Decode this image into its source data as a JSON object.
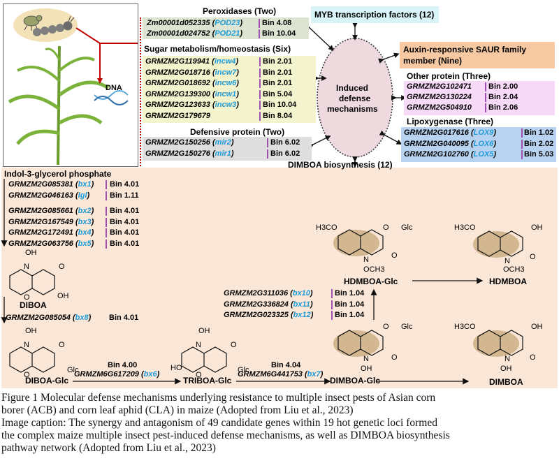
{
  "center": {
    "line1": "Induced",
    "line2": "defense",
    "line3": "mechanisms"
  },
  "illustration_label": "DNA",
  "groups": {
    "peroxidases": {
      "title": "Peroxidases (Two)",
      "genes": [
        {
          "gene": "Zm00001d052335",
          "alias": "POD23",
          "bin": "Bin 4.08"
        },
        {
          "gene": "Zm00001d024752",
          "alias": "POD21",
          "bin": "Bin 10.04"
        }
      ]
    },
    "myb": {
      "title": "MYB transcription factors (12)"
    },
    "sugar": {
      "title": "Sugar metabolism/homeostasis (Six)",
      "genes": [
        {
          "gene": "GRMZM2G119941",
          "alias": "incw4",
          "bin": "Bin 2.01"
        },
        {
          "gene": "GRMZM2G018716",
          "alias": "incw7",
          "bin": "Bin 2.01"
        },
        {
          "gene": "GRMZM2G018692",
          "alias": "incw6",
          "bin": "Bin 2.01"
        },
        {
          "gene": "GRMZM2G139300",
          "alias": "incw1",
          "bin": "Bin 5.04"
        },
        {
          "gene": "GRMZM2G123633",
          "alias": "incw3",
          "bin": "Bin 10.04"
        },
        {
          "gene": "GRMZM2G179679",
          "alias": "",
          "bin": "Bin 8.04"
        }
      ]
    },
    "auxin": {
      "line1": "Auxin-responsive SAUR family",
      "line2": "member (Nine)"
    },
    "other": {
      "title": "Other protein (Three)",
      "genes": [
        {
          "gene": "GRMZM2G102471",
          "bin": "Bin 2.00"
        },
        {
          "gene": "GRMZM2G130224",
          "bin": "Bin 2.04"
        },
        {
          "gene": "GRMZM2G504910",
          "bin": "Bin 2.06"
        }
      ]
    },
    "lox": {
      "title": "Lipoxygenase (Three)",
      "genes": [
        {
          "gene": "GRMZM2G017616",
          "alias": "LOX9",
          "bin": "Bin 1.02"
        },
        {
          "gene": "GRMZM2G040095",
          "alias": "LOX6",
          "bin": "Bin 2.02"
        },
        {
          "gene": "GRMZM2G102760",
          "alias": "LOX5",
          "bin": "Bin 5.03"
        }
      ]
    },
    "defensive": {
      "title": "Defensive protein (Two)",
      "genes": [
        {
          "gene": "GRMZM2G150256",
          "alias": "mir2",
          "bin": "Bin 6.02"
        },
        {
          "gene": "GRMZM2G150276",
          "alias": "mir1",
          "bin": "Bin 6.02"
        }
      ]
    },
    "dimboa": {
      "title": "DIMBOA biosynthesis (12)"
    }
  },
  "pathway": {
    "start": "Indol-3-glycerol phosphate",
    "step1": [
      {
        "gene": "GRMZM2G085381",
        "alias": "bx1",
        "bin": "Bin 4.01"
      },
      {
        "gene": "GRMZM2G046163",
        "alias": "Igl",
        "bin": "Bin 1.11"
      }
    ],
    "step2": [
      {
        "gene": "GRMZM2G085661",
        "alias": "bx2",
        "bin": "Bin 4.01"
      },
      {
        "gene": "GRMZM2G167549",
        "alias": "bx3",
        "bin": "Bin 4.01"
      },
      {
        "gene": "GRMZM2G172491",
        "alias": "bx4",
        "bin": "Bin 4.01"
      },
      {
        "gene": "GRMZM2G063756",
        "alias": "bx5",
        "bin": "Bin 4.01"
      }
    ],
    "step3": {
      "gene": "GRMZM2G085054",
      "alias": "bx8",
      "bin": "Bin 4.01"
    },
    "step4": {
      "gene": "GRMZM6G617209",
      "alias": "bx6",
      "bin": "Bin 4.00"
    },
    "step5": {
      "gene": "GRMZM6G441753",
      "alias": "bx7",
      "bin": "Bin 4.04"
    },
    "step6": [
      {
        "gene": "GRMZM2G311036",
        "alias": "bx10",
        "bin": "Bin 1.04"
      },
      {
        "gene": "GRMZM2G336824",
        "alias": "bx11",
        "bin": "Bin 1.04"
      },
      {
        "gene": "GRMZM2G023325",
        "alias": "bx12",
        "bin": "Bin 1.04"
      }
    ],
    "compounds": {
      "diboa": "DIBOA",
      "diboa_glc": "DIBOA-Glc",
      "triboa_glc": "TRIBOA-Glc",
      "dimboa_glc": "DIMBOA-Glc",
      "dimboa": "DIMBOA",
      "hdmboa_glc": "HDMBOA-Glc",
      "hdmboa": "HDMBOA"
    },
    "atoms": {
      "OH": "OH",
      "O": "O",
      "N": "N",
      "Glc": "Glc",
      "H3CO": "H3CO",
      "HO": "HO",
      "OCH3": "OCH3"
    }
  },
  "caption": {
    "line1": "Figure 1 Molecular defense mechanisms underlying resistance to multiple insect pests of Asian corn",
    "line2": "borer (ACB) and corn leaf aphid (CLA) in maize (Adopted from Liu et al., 2023)",
    "line3": "Image caption: The synergy and antagonism of 49 candidate genes within 19 hot genetic loci formed",
    "line4": "the complex maize multiple insect pest-induced defense mechanisms, as well as DIMBOA biosynthesis",
    "line5": "pathway network (Adopted from Liu et al., 2023)"
  },
  "colors": {
    "ellipse": "#eed9df",
    "peroxidase_box": "#dde5d2",
    "myb_box": "#d8f4f8",
    "sugar_box": "#f3f3ce",
    "auxin_box": "#f6c9a3",
    "other_box": "#f7d9f8",
    "lox_box": "#b8d3f0",
    "defensive_box": "#dedede",
    "pathway_bg": "#fbe7d8",
    "ring": "#c6a77a",
    "alias": "#1f9bd7",
    "separator": "#a24fb2"
  }
}
